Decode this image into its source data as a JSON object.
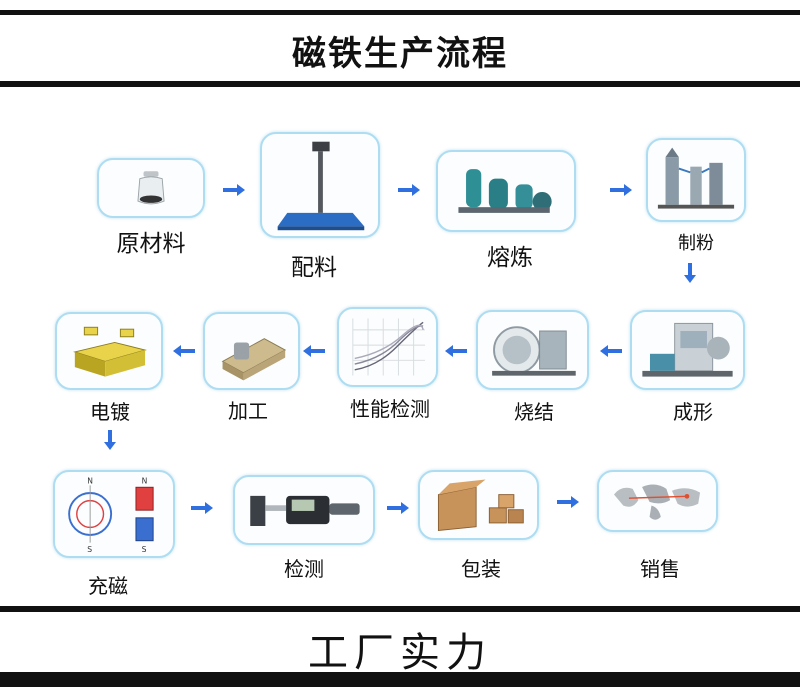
{
  "header": {
    "title": "磁铁生产流程"
  },
  "footer": {
    "title": "工厂实力"
  },
  "steps": {
    "raw_material": "原材料",
    "batching": "配料",
    "smelting": "熔炼",
    "milling": "制粉",
    "pressing": "成形",
    "sintering": "烧结",
    "testing_performance": "性能检测",
    "machining": "加工",
    "plating": "电镀",
    "magnetizing": "充磁",
    "inspection": "检测",
    "packing": "包装",
    "sales": "销售"
  },
  "magnet_labels": {
    "north": "N",
    "south": "S"
  },
  "colors": {
    "arrow": "#2f6fe0",
    "box_border": "#aeddf2",
    "bar": "#111111"
  }
}
